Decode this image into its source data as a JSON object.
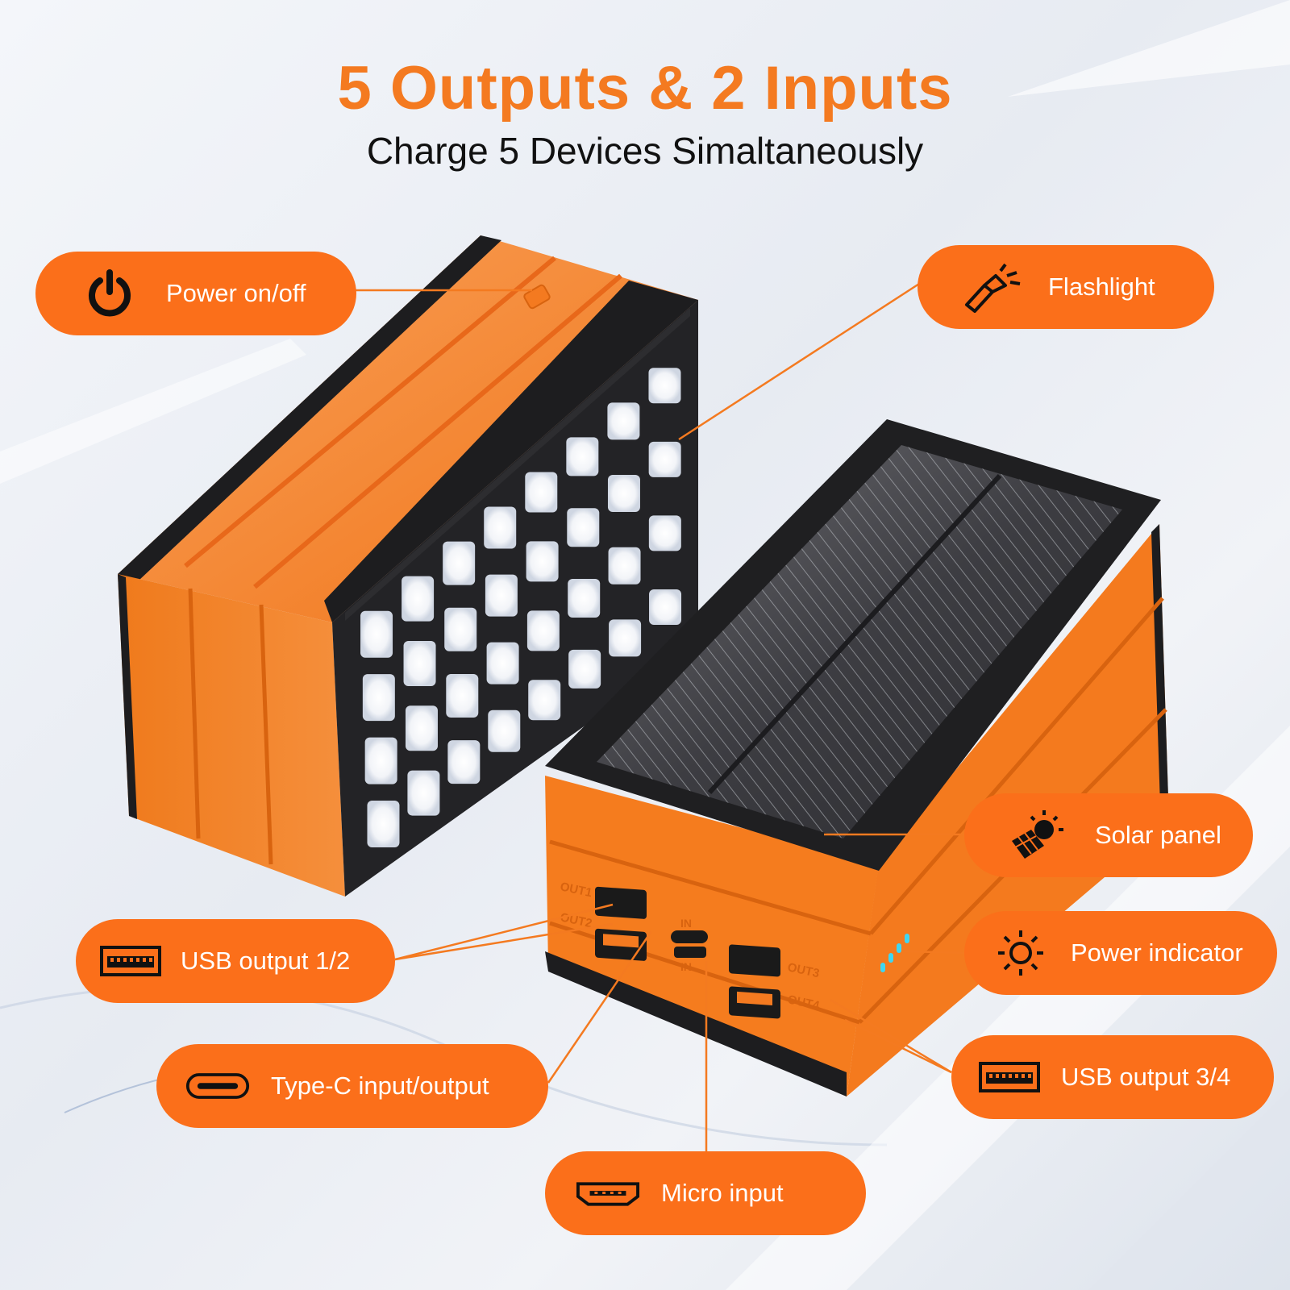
{
  "header": {
    "title": "5 Outputs & 2 Inputs",
    "subtitle": "Charge 5 Devices Simaltaneously"
  },
  "callouts": {
    "power": {
      "label": "Power on/off",
      "icon": "power-icon"
    },
    "flashlight": {
      "label": "Flashlight",
      "icon": "flashlight-icon"
    },
    "solar": {
      "label": "Solar panel",
      "icon": "solar-panel-icon"
    },
    "indicator": {
      "label": "Power indicator",
      "icon": "sun-icon"
    },
    "usb12": {
      "label": "USB output 1/2",
      "icon": "usb-port-icon"
    },
    "usb34": {
      "label": "USB output 3/4",
      "icon": "usb-port-icon"
    },
    "typec": {
      "label": "Type-C input/output",
      "icon": "type-c-port-icon"
    },
    "micro": {
      "label": "Micro input",
      "icon": "micro-usb-port-icon"
    }
  },
  "port_labels": {
    "out1": "OUT1",
    "out2": "OUT2",
    "out3": "OUT3",
    "out4": "OUT4",
    "in_top": "IN",
    "in_bottom": "IN"
  },
  "colors": {
    "accent": "#f47a20",
    "pill": "#fb6f1a",
    "device_orange": "#f57c1e",
    "device_black": "#1d1d1f"
  }
}
